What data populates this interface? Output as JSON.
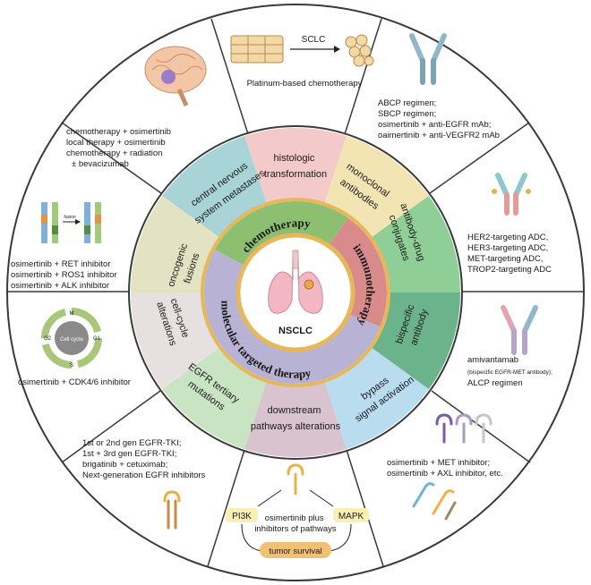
{
  "center": {
    "label": "NSCLC"
  },
  "inner_ring": {
    "chemotherapy": "chemotherapy",
    "immunotherapy": "immunotherapy",
    "molecular": "molecular targeted therapy"
  },
  "mechanisms": {
    "histologic": [
      "histologic",
      "transformation"
    ],
    "monoclonal": [
      "monoclonal",
      "antibodies"
    ],
    "adc": [
      "antibody-drug",
      "conjugates"
    ],
    "bispecific": [
      "bispecific",
      "antibody"
    ],
    "bypass": [
      "bypass",
      "signal activation"
    ],
    "downstream": [
      "downstream",
      "pathways  alterations"
    ],
    "egfr_tertiary": [
      "EGFR tertiary",
      "mutations"
    ],
    "cell_cycle": [
      "cell-cycle",
      "alterations"
    ],
    "oncogenic": [
      "oncogenic",
      "fusions"
    ],
    "cns": [
      "central nervous",
      "system metastases"
    ]
  },
  "outer": {
    "sclc": {
      "label": "SCLC",
      "caption": "Platinum-based chemotherapy"
    },
    "monoclonal": {
      "lines": [
        "ABCP regimen;",
        "SBCP regimen;",
        "osimertinib + anti-EGFR mAb;",
        "oaimertinib + anti-VEGFR2 mAb"
      ]
    },
    "adc": {
      "lines": [
        "HER2-targeting ADC,",
        "HER3-targeting ADC,",
        "MET-targeting ADC,",
        "TROP2-targeting ADC"
      ]
    },
    "bispecific": {
      "main": "amivantamab",
      "sub": "(bispecific EGFR-MET antibody);",
      "last": "ALCP regimen"
    },
    "bypass": {
      "lines": [
        "osimertinib + MET inhibitor;",
        "osimertinib + AXL inhibitor, etc."
      ]
    },
    "downstream": {
      "pi3k": "PI3K",
      "mapk": "MAPK",
      "middle": [
        "osimertinib plus",
        "inhibitors of pathways"
      ],
      "result": "tumor survival"
    },
    "egfr_tertiary": {
      "lines": [
        "1st or 2nd gen EGFR-TKI;",
        "1st + 3rd gen EGFR-TKI;",
        "brigatinib + cetuximab;",
        "Next-generation EGFR inhibitors"
      ]
    },
    "cell_cycle": {
      "line": "osimertinib + CDK4/6 inhibitor",
      "diagram_title": "Cell cycle",
      "phases": [
        "M",
        "G1",
        "S",
        "G2"
      ]
    },
    "oncogenic": {
      "fusion": "fusion",
      "lines": [
        "osimertinib + RET inhibitor",
        "osimertinib + ROS1 inhibitor",
        "osimertinib + ALK inhibitor"
      ]
    },
    "cns": {
      "lines": [
        "chemotherapy + osimertinib",
        "local therapy + osimertinib",
        "chemotherapy + radiation",
        "±  bevacizumab"
      ]
    }
  },
  "colors": {
    "chemotherapy": "#8cbf6f",
    "immunotherapy": "#d98a8a",
    "molecular": "#b8b2d4",
    "histologic": "#f4c9c9",
    "monoclonal": "#f3e5b3",
    "adc": "#8fcf97",
    "bispecific": "#6bb38a",
    "bypass": "#b9dcee",
    "downstream": "#d8c3cf",
    "egfr_tertiary": "#c9e4c3",
    "cell_cycle": "#e7e0e0",
    "oncogenic": "#e3e3c4",
    "cns": "#a8d4d8",
    "gold": "#e6b85a",
    "ring_border": "#3a3a3a"
  }
}
